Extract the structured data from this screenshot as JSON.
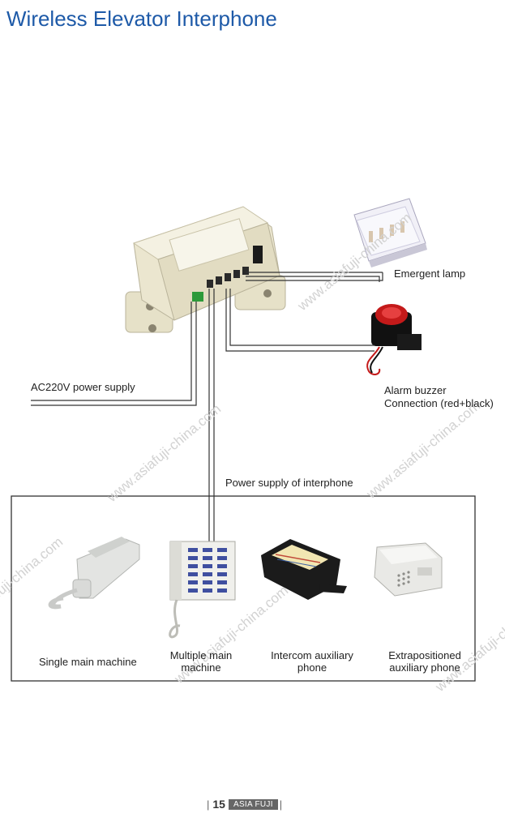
{
  "title": "Wireless Elevator Interphone",
  "labels": {
    "emergent_lamp": "Emergent lamp",
    "ac_power": "AC220V power supply",
    "alarm_buzzer_line1": "Alarm buzzer",
    "alarm_buzzer_line2": "Connection (red+black)",
    "power_interphone": "Power supply of interphone"
  },
  "devices": [
    {
      "line1": "Single main machine",
      "line2": ""
    },
    {
      "line1": "Multiple main",
      "line2": "machine"
    },
    {
      "line1": "Intercom auxiliary",
      "line2": "phone"
    },
    {
      "line1": "Extrapositioned",
      "line2": "auxiliary phone"
    }
  ],
  "watermark": "www.asiafuji-china.com",
  "footer": {
    "page": "15",
    "brand": "ASIA FUJI"
  },
  "colors": {
    "title": "#1e5aa8",
    "wire": "#333333",
    "watermark": "#d2d2d2"
  }
}
